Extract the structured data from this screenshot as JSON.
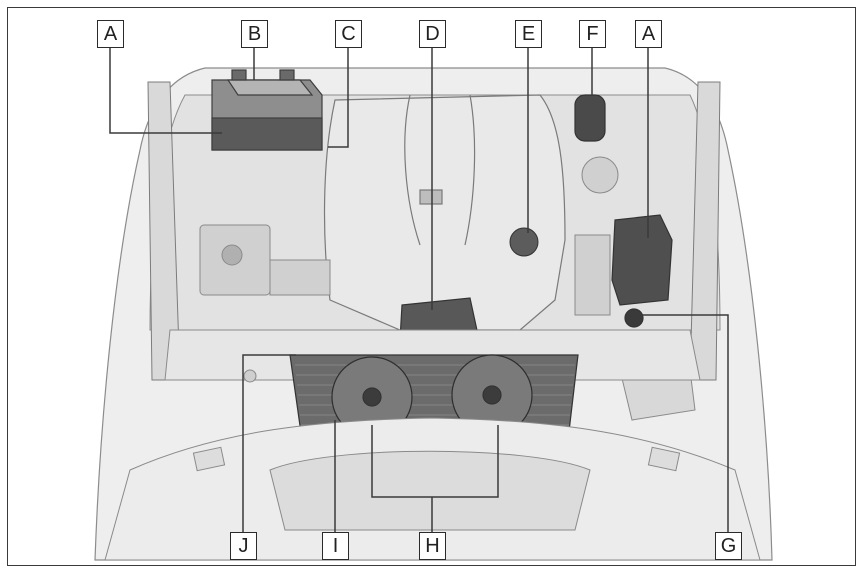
{
  "labels": {
    "a_left": "A",
    "b": "B",
    "c": "C",
    "d": "D",
    "e": "E",
    "f": "F",
    "a_right": "A",
    "g": "G",
    "h": "H",
    "i": "I",
    "j": "J"
  },
  "colors": {
    "line": "#3a3a3a",
    "hood_fill": "#ededed",
    "component_dark": "#5c5c5c",
    "component_mid": "#9a9a9a",
    "component_light": "#cfcfcf",
    "background": "#ffffff"
  }
}
